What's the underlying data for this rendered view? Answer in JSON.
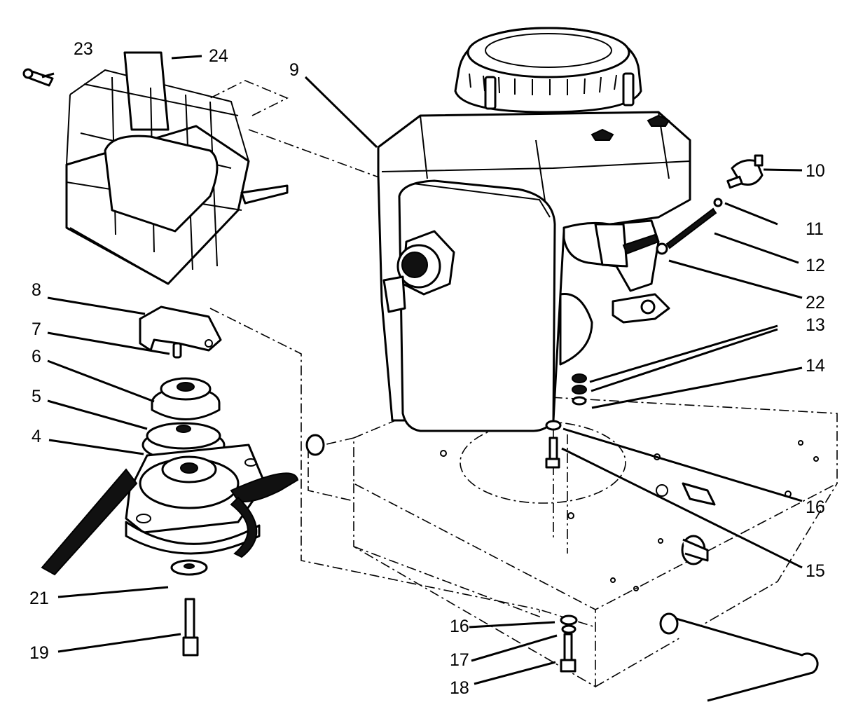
{
  "callouts": {
    "c4": "4",
    "c5": "5",
    "c6": "6",
    "c7": "7",
    "c8": "8",
    "c9": "9",
    "c10": "10",
    "c11": "11",
    "c12": "12",
    "c13": "13",
    "c14": "14",
    "c15": "15",
    "c16a": "16",
    "c16b": "16",
    "c17": "17",
    "c18": "18",
    "c19": "19",
    "c21": "21",
    "c22": "22",
    "c23": "23",
    "c24": "24"
  }
}
